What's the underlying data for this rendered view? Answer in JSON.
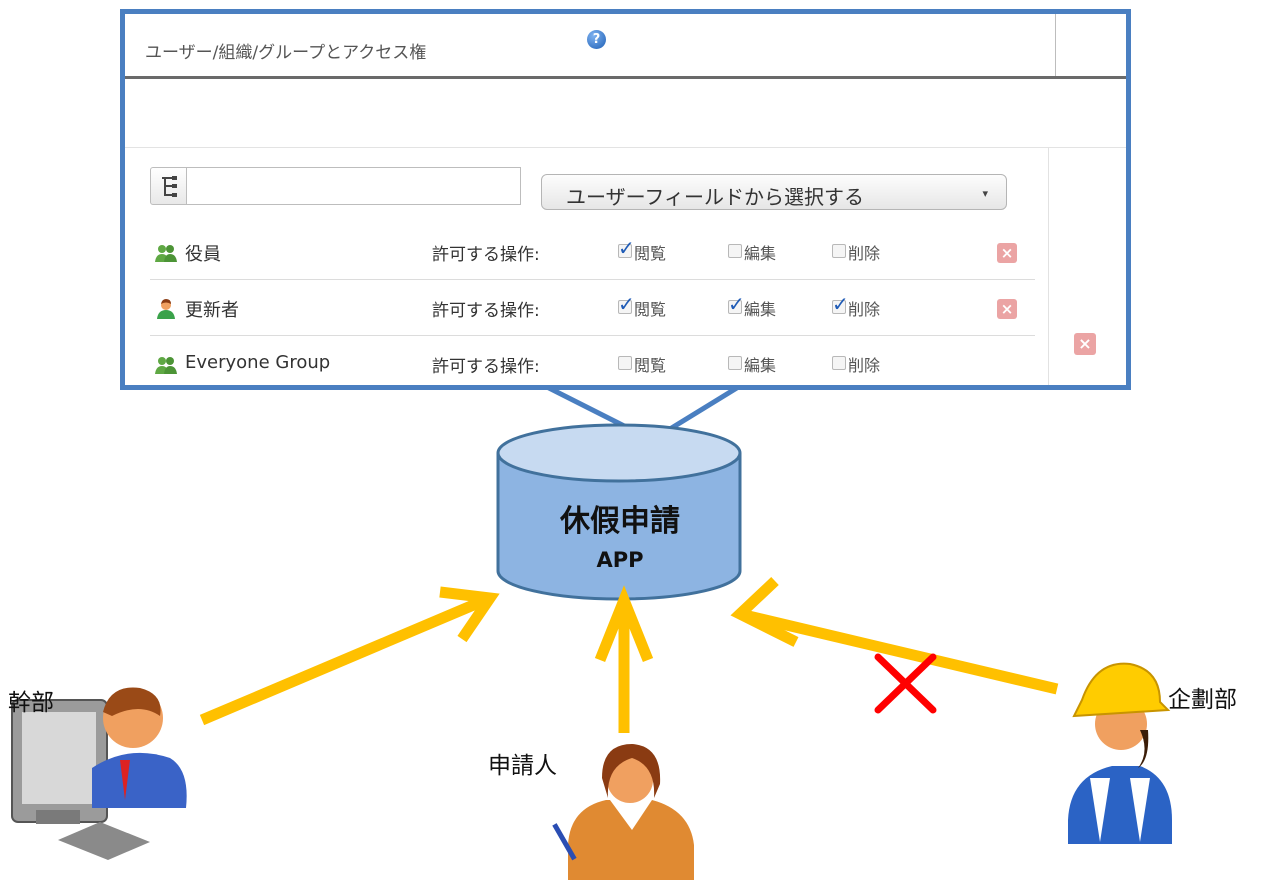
{
  "panel": {
    "title": "ユーザー/組織/グループとアクセス権",
    "help_icon": "question-icon",
    "search_placeholder": "",
    "user_field_label": "ユーザーフィールドから選択する",
    "caret": "▾",
    "rows": [
      {
        "name": "役員",
        "type": "group",
        "icon": "group-icon",
        "perm_label": "許可する操作:",
        "view": {
          "label": "閲覧",
          "checked": true
        },
        "edit": {
          "label": "編集",
          "checked": false
        },
        "delete": {
          "label": "削除",
          "checked": false
        },
        "delete_button": "×"
      },
      {
        "name": "更新者",
        "type": "user",
        "icon": "user-icon",
        "perm_label": "許可する操作:",
        "view": {
          "label": "閲覧",
          "checked": true
        },
        "edit": {
          "label": "編集",
          "checked": true
        },
        "delete": {
          "label": "削除",
          "checked": true
        },
        "delete_button": "×"
      },
      {
        "name": "Everyone Group",
        "type": "group",
        "icon": "group-icon",
        "perm_label": "許可する操作:",
        "view": {
          "label": "閲覧",
          "checked": false
        },
        "edit": {
          "label": "編集",
          "checked": false
        },
        "delete": {
          "label": "削除",
          "checked": false
        }
      }
    ],
    "outer_delete_button": "×"
  },
  "app": {
    "title": "休假申請",
    "subtitle": "APP"
  },
  "people": {
    "exec": "幹部",
    "applicant": "申請人",
    "planning": "企劃部"
  },
  "colors": {
    "panel_border": "#4a7fc1",
    "cylinder_fill": "#8db4e2",
    "cylinder_top": "#c7daf1",
    "arrow": "#ffc000",
    "deny_mark": "#ff0000",
    "check": "#1f5bb6",
    "delete_button": "#eba4a4"
  }
}
